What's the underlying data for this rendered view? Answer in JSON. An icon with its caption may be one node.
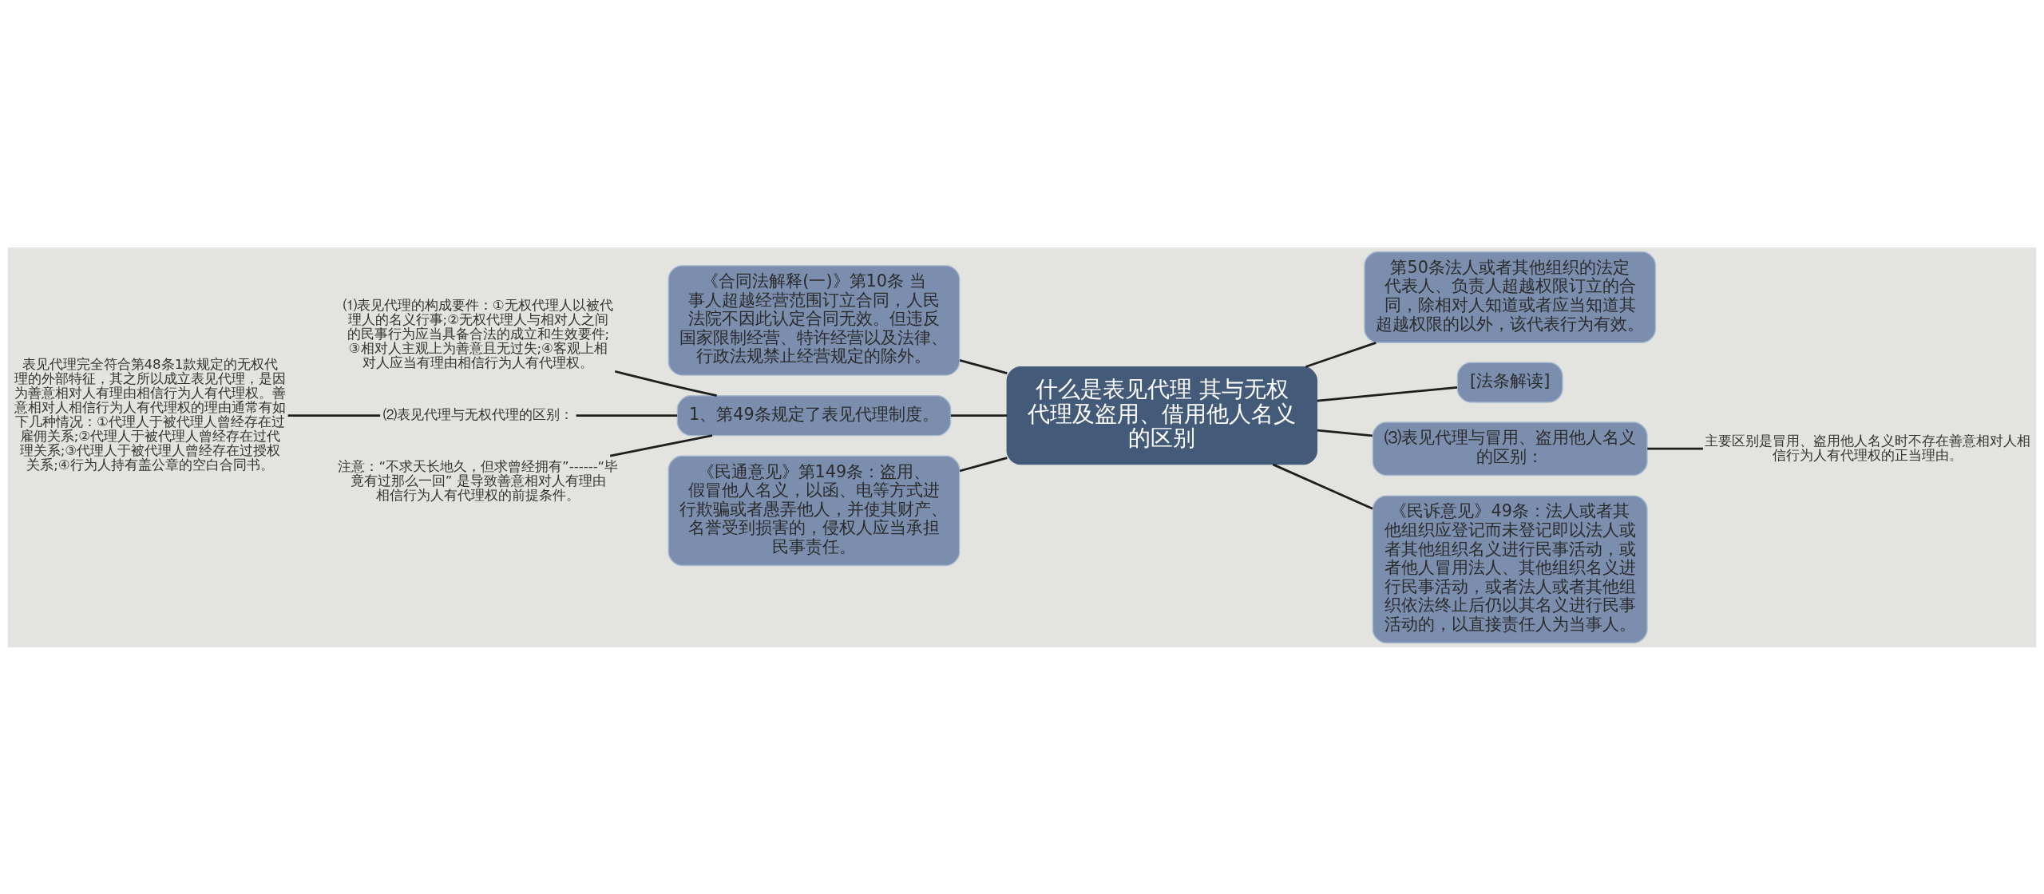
{
  "diagram": {
    "nodes": [
      {
        "text": [
          "什么是表见代理 其与无权代理及盗用、借用他人名义的区别"
        ]
      },
      {
        "text": [
          "《合同法解释(一)》第10条 当事人超越经营范围订立合同，人民法院不因此认定合同无效。但违反国家限制经营、特许经营以及法律、行政法规禁止经营规定的除外。"
        ]
      },
      {
        "text": [
          "1、第49条规定了表见代理制度。"
        ]
      },
      {
        "text": [
          "⑴表见代理的构成要件：①无权代理人以被代理人的名义行事;②无权代理人与相对人之间的民事行为应当具备合法的成立和生效要件;③相对人主观上为善意且无过失;④客观上相对人应当有理由相信行为人有代理权。"
        ]
      },
      {
        "text": [
          "⑵表见代理与无权代理的区别："
        ]
      },
      {
        "text": [
          "表见代理完全符合第48条1款规定的无权代理的外部特征，其之所以成立表见代理，是因为善意相对人有理由相信行为人有代理权。善意相对人相信行为人有代理权的理由通常有如下几种情况：①代理人于被代理人曾经存在过雇佣关系;②代理人于被代理人曾经存在过代理关系;③代理人于被代理人曾经存在过授权关系;④行为人持有盖公章的空白合同书。"
        ]
      },
      {
        "text": [
          "注意：“不求天长地久，但求曾经拥有”------“毕竟有过那么一回” 是导致善意相对人有理由相信行为人有代理权的前提条件。"
        ]
      },
      {
        "text": [
          "《民通意见》第149条：盗用、假冒他人名义，以函、电等方式进行欺骗或者愚弄他人，并使其财产、名誉受到损害的，侵权人应当承担民事责任。"
        ]
      },
      {
        "text": [
          "第50条法人或者其他组织的法定代表人、负责人超越权限订立的合同，除相对人知道或者应当知道其超越权限的以外，该代表行为有效。"
        ]
      },
      {
        "text": [
          "[法条解读]"
        ]
      },
      {
        "text": [
          "⑶表见代理与冒用、盗用他人名义的区别："
        ]
      },
      {
        "text": [
          "主要区别是冒用、盗用他人名义时不存在善意相对人相信行为人有代理权的正当理由。"
        ]
      },
      {
        "text": [
          "《民诉意见》49条：法人或者其他组织应登记而未登记即以法人或者其他组织名义进行民事活动，或者他人冒用法人、其他组织名义进行民事活动，或者法人或者其他组织依法终止后仍以其名义进行民事活动的，以直接责任人为当事人。"
        ]
      }
    ],
    "edges": [
      {
        "from": 0,
        "to": 1,
        "arrow": "none"
      },
      {
        "from": 0,
        "to": 2,
        "arrow": "none"
      },
      {
        "from": 2,
        "to": 3,
        "arrow": "none"
      },
      {
        "from": 2,
        "to": 4,
        "arrow": "none"
      },
      {
        "from": 4,
        "to": 5,
        "arrow": "none"
      },
      {
        "from": 2,
        "to": 6,
        "arrow": "none"
      },
      {
        "from": 0,
        "to": 7,
        "arrow": "none"
      },
      {
        "from": 0,
        "to": 8,
        "arrow": "none"
      },
      {
        "from": 0,
        "to": 9,
        "arrow": "none"
      },
      {
        "from": 0,
        "to": 10,
        "arrow": "none"
      },
      {
        "from": 10,
        "to": 11,
        "arrow": "none"
      },
      {
        "from": 0,
        "to": 12,
        "arrow": "none"
      }
    ]
  }
}
